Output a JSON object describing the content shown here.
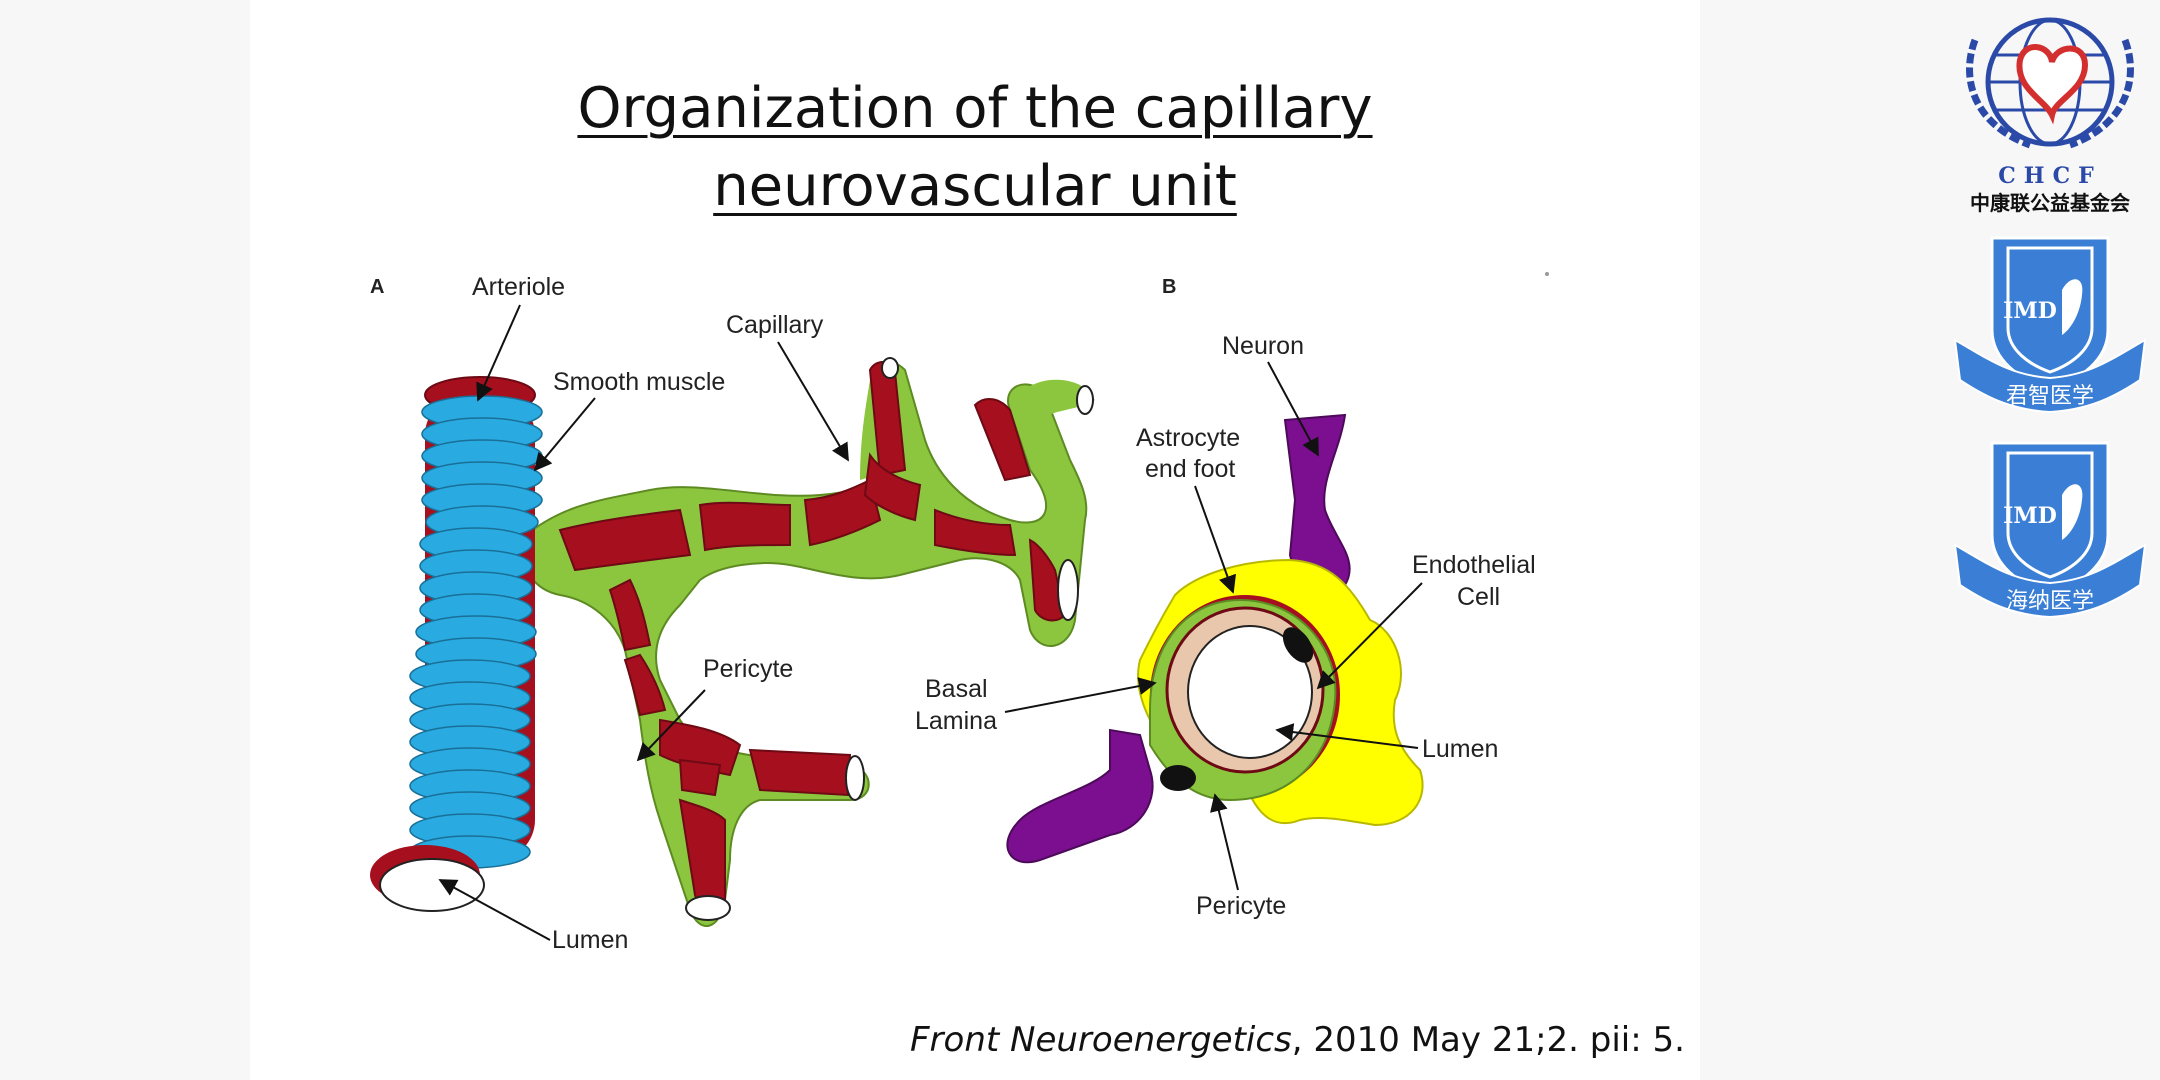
{
  "slide": {
    "title_line1": "Organization of the capillary",
    "title_line2": "neurovascular unit",
    "citation_journal": "Front Neuroenergetics",
    "citation_rest": ", 2010 May 21;2. pii: 5."
  },
  "panel_a": {
    "letter": "A",
    "labels": {
      "arteriole": "Arteriole",
      "smooth_muscle": "Smooth muscle",
      "capillary": "Capillary",
      "pericyte": "Pericyte",
      "lumen": "Lumen"
    }
  },
  "panel_b": {
    "letter": "B",
    "labels": {
      "neuron": "Neuron",
      "astrocyte_1": "Astrocyte",
      "astrocyte_2": "end foot",
      "endothelial_1": "Endothelial",
      "endothelial_2": "Cell",
      "basal_1": "Basal",
      "basal_2": "Lamina",
      "lumen": "Lumen",
      "pericyte": "Pericyte"
    }
  },
  "logos": {
    "chcf_abbr": "CHCF",
    "chcf_name": "中康联公益基金会",
    "imd_1_abbr": "IMD",
    "imd_1_name": "君智医学",
    "imd_2_abbr": "IMD",
    "imd_2_name": "海纳医学"
  },
  "colors": {
    "smooth_muscle": "#29abe2",
    "vessel_red": "#a50f1e",
    "pericyte_green": "#8cc63f",
    "astrocyte_yellow": "#ffff00",
    "neuron_purple": "#7b0f8f",
    "logo_blue": "#3a7fd5"
  }
}
